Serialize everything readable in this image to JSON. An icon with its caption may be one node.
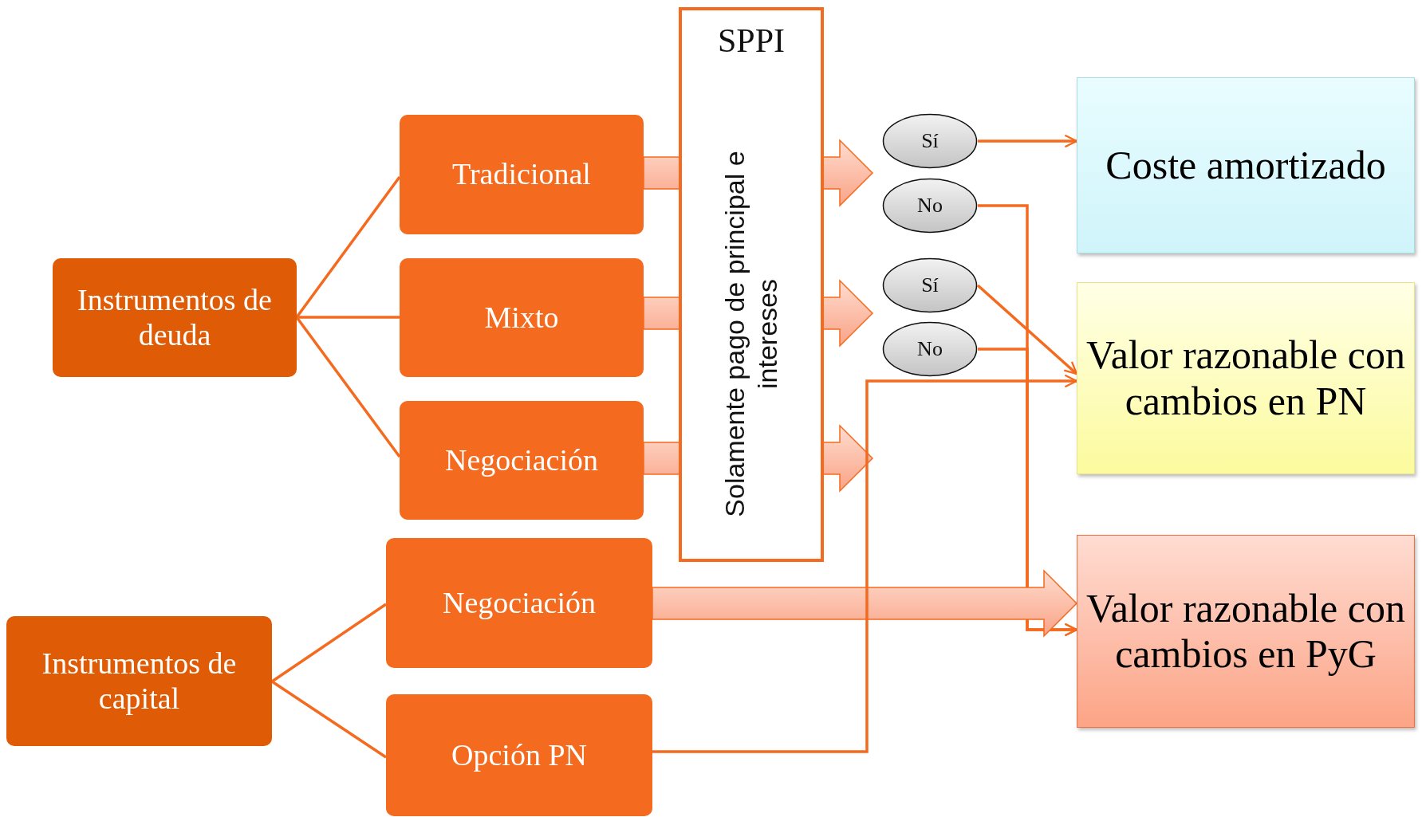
{
  "diagram": {
    "nodes": [
      {
        "text": [
          "Instrumentos de deuda"
        ]
      },
      {
        "text": [
          "Tradicional"
        ]
      },
      {
        "text": [
          "Mixto"
        ]
      },
      {
        "text": [
          "Negociación"
        ]
      },
      {
        "text": [
          "SPPI",
          "Solamente pago de principal e intereses"
        ]
      },
      {
        "text": [
          "Sí"
        ]
      },
      {
        "text": [
          "No"
        ]
      },
      {
        "text": [
          "Sí"
        ]
      },
      {
        "text": [
          "No"
        ]
      },
      {
        "text": [
          "Coste amortizado"
        ]
      },
      {
        "text": [
          "Valor razonable con cambios en PN"
        ]
      },
      {
        "text": [
          "Instrumentos de capital"
        ]
      },
      {
        "text": [
          "Negociación"
        ]
      },
      {
        "text": [
          "Opción PN"
        ]
      },
      {
        "text": [
          "Valor razonable con cambios en PyG"
        ]
      }
    ],
    "edges": [
      {
        "from": 0,
        "to": 1,
        "arrow": "none"
      },
      {
        "from": 0,
        "to": 2,
        "arrow": "none"
      },
      {
        "from": 0,
        "to": 3,
        "arrow": "none"
      },
      {
        "from": 1,
        "to": null,
        "arrow": "to",
        "style": "thick"
      },
      {
        "from": 2,
        "to": null,
        "arrow": "to",
        "style": "thick"
      },
      {
        "from": 3,
        "to": null,
        "arrow": "to",
        "style": "thick"
      },
      {
        "from": 5,
        "to": 9,
        "arrow": "to"
      },
      {
        "from": 6,
        "to": 14,
        "arrow": "to"
      },
      {
        "from": 7,
        "to": 10,
        "arrow": "to"
      },
      {
        "from": 8,
        "to": 14,
        "arrow": "to"
      },
      {
        "from": 11,
        "to": 12,
        "arrow": "none"
      },
      {
        "from": 11,
        "to": 13,
        "arrow": "none"
      },
      {
        "from": 12,
        "to": 14,
        "arrow": "to",
        "style": "thick"
      },
      {
        "from": 13,
        "to": 10,
        "arrow": "to"
      }
    ]
  }
}
